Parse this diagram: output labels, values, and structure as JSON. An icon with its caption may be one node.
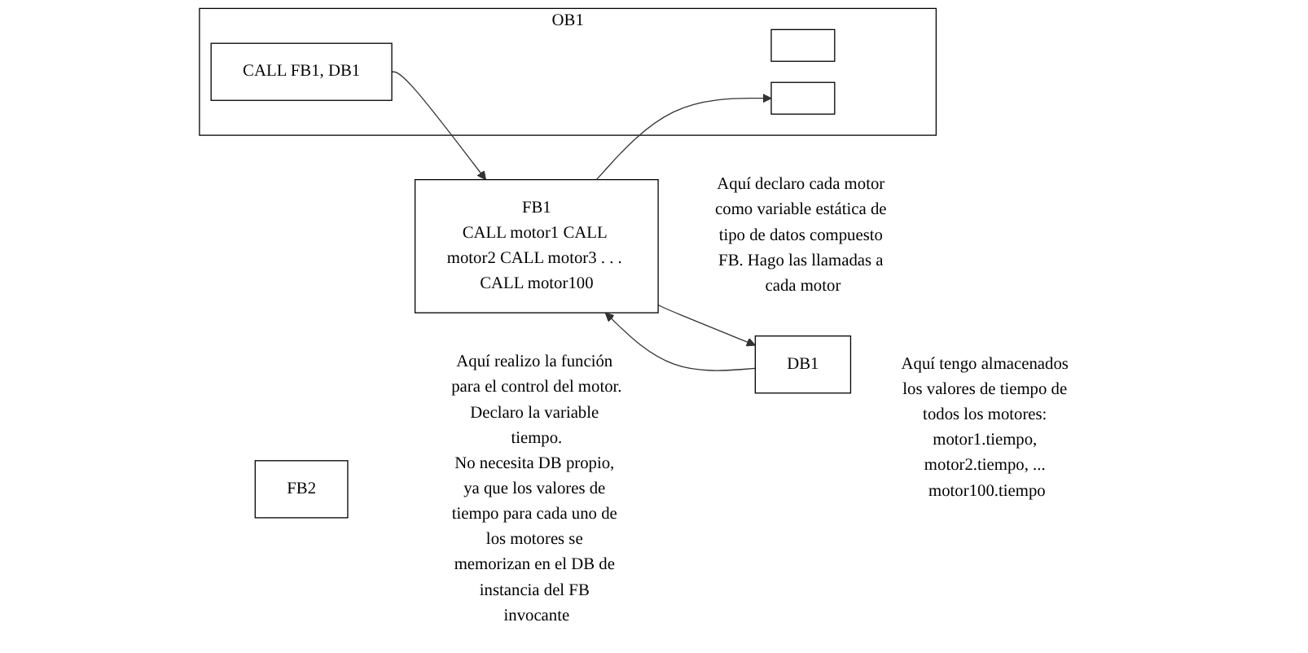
{
  "diagram": {
    "nodes": [
      {
        "text": [
          "OB1"
        ]
      },
      {
        "text": [],
        "shape": "box",
        "in": 0
      },
      {
        "text": [
          "CALL FB1, DB1"
        ],
        "in": 0
      },
      {
        "text": [],
        "shape": "box",
        "in": 0
      },
      {
        "text": [
          "FB1",
          "CALL motor1 CALL motor2 CALL motor3 . . . CALL motor100"
        ],
        "beside": [
          "Aquí declaro cada motor como variable estática de tipo de datos compuesto FB. Hago las llamadas a cada motor"
        ]
      },
      {
        "text": [
          "DB1"
        ],
        "beside": [
          "Aquí tengo almacenados los valores de tiempo de todos los motores: motor1.tiempo, motor2.tiempo, ... motor100.tiempo"
        ]
      },
      {
        "text": [
          "FB2"
        ],
        "beside": [
          "Aquí realizo la función para el control del motor.",
          "Declaro la variable tiempo.",
          "No necesita DB propio, ya que los valores de tiempo para cada uno de los motores se memorizan en el DB de instancia del FB invocante"
        ]
      }
    ],
    "edges": [
      {
        "from": 2,
        "to": 4,
        "arrow": "to"
      },
      {
        "from": 4,
        "to": 3,
        "arrow": "to"
      },
      {
        "from": 4,
        "to": 5,
        "arrow": "to"
      },
      {
        "from": 5,
        "to": 4,
        "arrow": "to"
      }
    ]
  }
}
